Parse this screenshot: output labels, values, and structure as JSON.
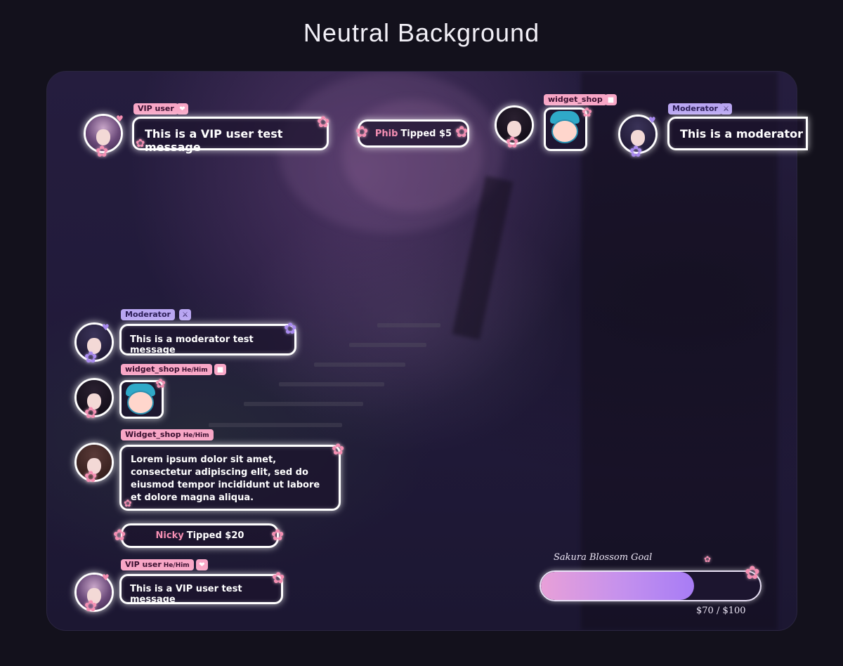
{
  "page_title": "Neutral Background",
  "top_row": {
    "vip": {
      "badge": "VIP user",
      "message": "This is a VIP user test message"
    },
    "tip": {
      "name": "Phib",
      "text": "Tipped $5"
    },
    "shop": {
      "badge": "widget_shop"
    },
    "mod": {
      "badge": "Moderator",
      "message": "This is a moderator test message"
    }
  },
  "chat": {
    "mod": {
      "badge": "Moderator",
      "message": "This is a moderator test message"
    },
    "shop": {
      "badge": "widget_shop",
      "pronoun": "He/Him"
    },
    "lorem": {
      "badge": "Widget_shop",
      "pronoun": "He/Him",
      "message": "Lorem ipsum dolor sit amet, consectetur adipiscing elit, sed do eiusmod tempor incididunt ut labore et dolore magna aliqua."
    },
    "tip": {
      "name": "Nicky",
      "text": "Tipped $20"
    },
    "vip": {
      "badge": "VIP user",
      "pronoun": "He/Him",
      "message": "This is a VIP user test message"
    }
  },
  "goal": {
    "label": "Sakura Blossom Goal",
    "amount": "$70 / $100",
    "progress": 0.7
  },
  "icons": {
    "heart": "heart-icon",
    "sword": "sword-icon",
    "camera": "camera-icon",
    "flower": "sakura-flower-icon"
  },
  "colors": {
    "pink": "#f8a6c6",
    "purple": "#b9a6f2",
    "accent_pink": "#f58fb3"
  }
}
